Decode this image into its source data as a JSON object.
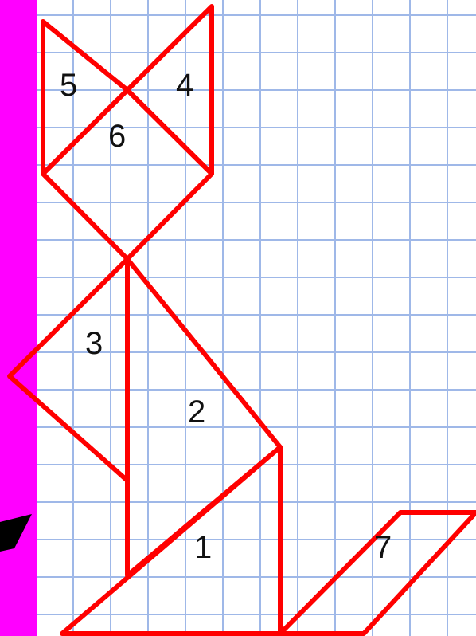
{
  "colors": {
    "sidebar": "#ff00ff",
    "grid_line": "#9fb8e8",
    "outline": "#ff0000",
    "label": "#111111",
    "corner_shape": "#000000"
  },
  "tangram": {
    "pieces": [
      {
        "id": "piece-1",
        "label": "1"
      },
      {
        "id": "piece-2",
        "label": "2"
      },
      {
        "id": "piece-3",
        "label": "3"
      },
      {
        "id": "piece-4",
        "label": "4"
      },
      {
        "id": "piece-5",
        "label": "5"
      },
      {
        "id": "piece-6",
        "label": "6"
      },
      {
        "id": "piece-7",
        "label": "7"
      }
    ]
  }
}
